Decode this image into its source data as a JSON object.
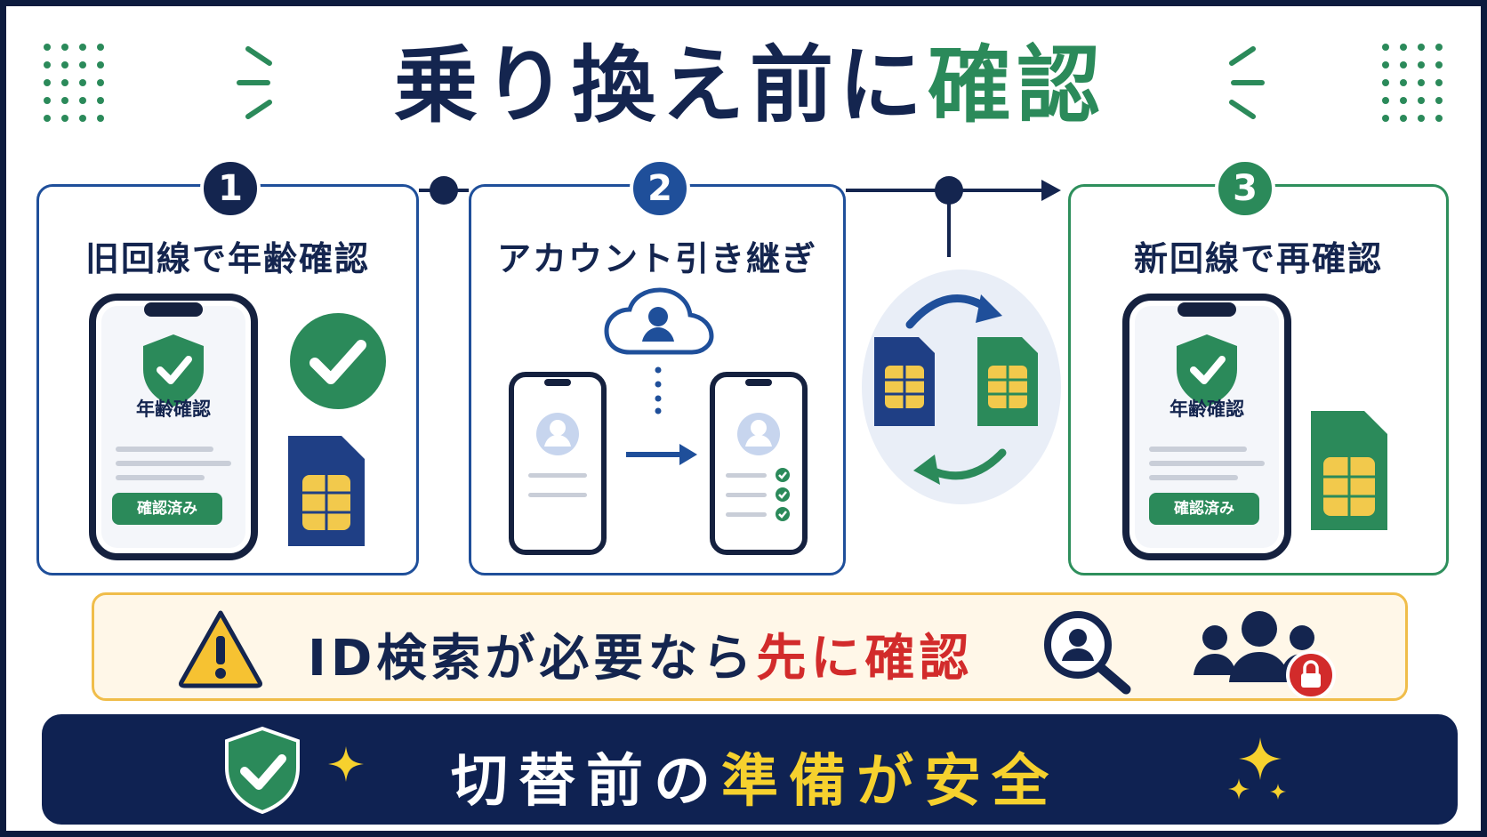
{
  "title": {
    "main": "乗り換え前に",
    "accent": "確認"
  },
  "steps": [
    {
      "number": "1",
      "label": "旧回線で年齢確認",
      "screen_label": "年齢確認",
      "screen_button": "確認済み"
    },
    {
      "number": "2",
      "label": "アカウント引き継ぎ"
    },
    {
      "number": "3",
      "label": "新回線で再確認",
      "screen_label": "年齢確認",
      "screen_button": "確認済み"
    }
  ],
  "warning": {
    "text_main": "ID検索が必要なら",
    "text_alert": "先に確認"
  },
  "footer": {
    "text_main": "切替前の",
    "text_highlight": "準備が安全"
  },
  "icons": {
    "warning": "warning-triangle-icon",
    "search_user": "user-search-icon",
    "group_lock": "group-lock-icon",
    "shield": "shield-check-icon",
    "sparkle": "sparkle-icon",
    "sim": "sim-card-icon",
    "cloud_user": "cloud-user-icon",
    "swap": "swap-arrows-icon"
  },
  "colors": {
    "navy": "#14254f",
    "blue": "#1f4f9a",
    "green": "#2b8a5a",
    "red": "#d22b2b",
    "yellow": "#f6d12e",
    "amber": "#f0bd4a"
  }
}
